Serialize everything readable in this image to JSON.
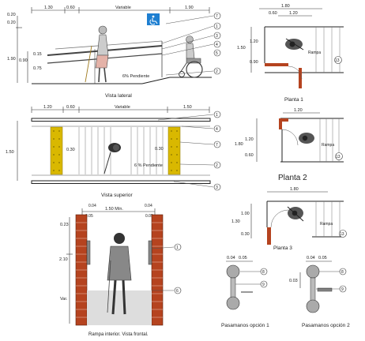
{
  "colors": {
    "brick": "#b5431f",
    "tactile": "#d9b800",
    "isa_blue": "#1e7fd1",
    "ink": "#222222",
    "floor_gray": "#dddddd"
  },
  "vista_lateral": {
    "caption": "Vista lateral",
    "slope_note": "6% Pendiente",
    "dims_top": [
      "1.30",
      "0.60",
      "Variable",
      "1.90"
    ],
    "dims_left": [
      "0.20",
      "0.20",
      "1.90",
      "0.15",
      "0.90",
      "0.75"
    ],
    "callouts": [
      "7",
      "1",
      "3",
      "4",
      "5",
      "2"
    ]
  },
  "vista_superior": {
    "caption": "Vista superior",
    "slope_note": "6 % Pendiente",
    "dims_top": [
      "1.20",
      "0.60",
      "Variable",
      "1.50"
    ],
    "dims_inner": [
      "0.30",
      "0.30"
    ],
    "dim_left": "1.50",
    "callouts": [
      "1",
      "4",
      "7",
      "2",
      "3"
    ]
  },
  "vista_frontal": {
    "caption": "Rampa interior. Vista frontal.",
    "dims_top": [
      "0.04",
      "1.50 Mín.",
      "0.04",
      "0.05",
      "0.05"
    ],
    "dims_left": [
      "0.23",
      "2.10",
      "Var."
    ],
    "callouts": [
      "1",
      "6"
    ]
  },
  "planta1": {
    "caption": "Planta 1",
    "dims_top": [
      "1.80",
      "0.60",
      "1.20"
    ],
    "dims_left": [
      "1.20",
      "1.50",
      "0.90"
    ],
    "ramp_label": "Rampa",
    "callout": "13"
  },
  "planta2": {
    "caption": "Planta 2",
    "dims_top": [
      "1.20"
    ],
    "dims_left": [
      "1.20",
      "1.80",
      "0.60"
    ],
    "ramp_label": "Rampa",
    "callout": "13"
  },
  "planta3": {
    "caption": "Planta 3",
    "dims_top": [
      "1.80"
    ],
    "dims_left": [
      "1.00",
      "1.30",
      "0.30"
    ],
    "ramp_label": "Rampa",
    "callout": "13"
  },
  "pasamanos1": {
    "caption": "Pasamanos opción 1",
    "dims_top": [
      "0.04",
      "0.05"
    ],
    "callouts": [
      "8",
      "9"
    ]
  },
  "pasamanos2": {
    "caption": "Pasamanos opción 2",
    "dims_top": [
      "0.04",
      "0.05"
    ],
    "dim_left": "0.03",
    "callouts": [
      "8",
      "9"
    ]
  }
}
